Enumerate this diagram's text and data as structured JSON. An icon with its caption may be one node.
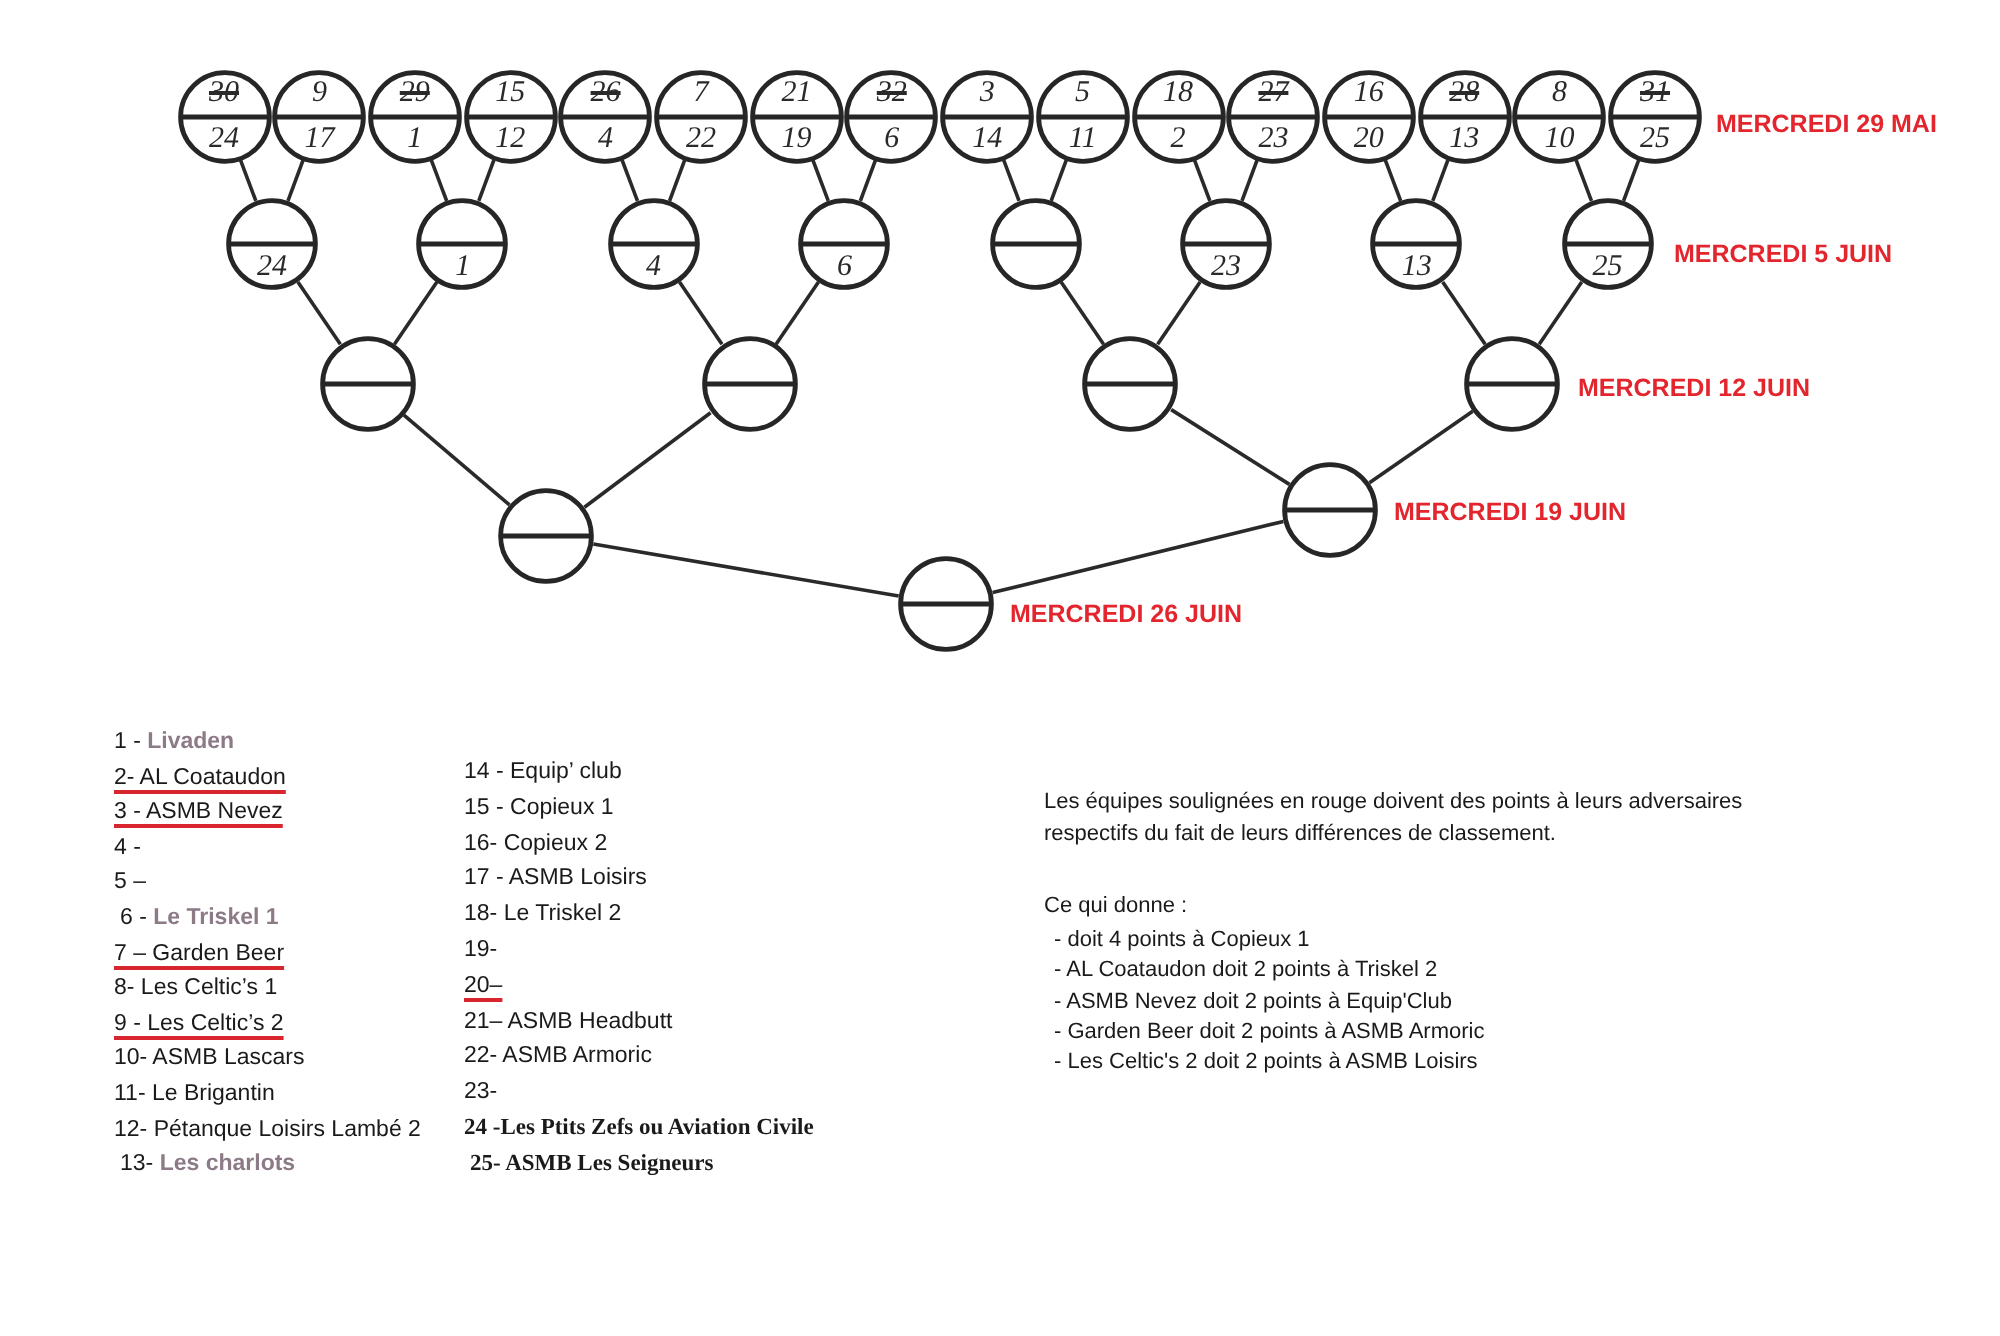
{
  "diagram": {
    "nodes": [
      {
        "text": [
          "30",
          "24"
        ]
      },
      {
        "text": [
          "9",
          "17"
        ]
      },
      {
        "text": [
          "29",
          "1"
        ]
      },
      {
        "text": [
          "15",
          "12"
        ]
      },
      {
        "text": [
          "26",
          "4"
        ]
      },
      {
        "text": [
          "7",
          "22"
        ]
      },
      {
        "text": [
          "21",
          "19"
        ]
      },
      {
        "text": [
          "32",
          "6"
        ]
      },
      {
        "text": [
          "3",
          "14"
        ]
      },
      {
        "text": [
          "5",
          "11"
        ]
      },
      {
        "text": [
          "18",
          "2"
        ]
      },
      {
        "text": [
          "27",
          "23"
        ]
      },
      {
        "text": [
          "16",
          "20"
        ]
      },
      {
        "text": [
          "28",
          "13"
        ]
      },
      {
        "text": [
          "8",
          "10"
        ]
      },
      {
        "text": [
          "31",
          "25"
        ]
      },
      {
        "text": [
          "24"
        ]
      },
      {
        "text": [
          "1"
        ]
      },
      {
        "text": [
          "4"
        ]
      },
      {
        "text": [
          "6"
        ]
      },
      {
        "text": [],
        "shape": "circle"
      },
      {
        "text": [
          "23"
        ]
      },
      {
        "text": [
          "13"
        ]
      },
      {
        "text": [
          "25"
        ]
      },
      {
        "text": [],
        "shape": "circle"
      },
      {
        "text": [],
        "shape": "circle"
      },
      {
        "text": [],
        "shape": "circle"
      },
      {
        "text": [],
        "shape": "circle"
      },
      {
        "text": [],
        "shape": "circle"
      },
      {
        "text": [],
        "shape": "circle"
      },
      {
        "text": [],
        "shape": "circle"
      }
    ],
    "edges": [
      {
        "from": 0,
        "to": 16,
        "arrow": "none"
      },
      {
        "from": 1,
        "to": 16,
        "arrow": "none"
      },
      {
        "from": 2,
        "to": 17,
        "arrow": "none"
      },
      {
        "from": 3,
        "to": 17,
        "arrow": "none"
      },
      {
        "from": 4,
        "to": 18,
        "arrow": "none"
      },
      {
        "from": 5,
        "to": 18,
        "arrow": "none"
      },
      {
        "from": 6,
        "to": 19,
        "arrow": "none"
      },
      {
        "from": 7,
        "to": 19,
        "arrow": "none"
      },
      {
        "from": 8,
        "to": 20,
        "arrow": "none"
      },
      {
        "from": 9,
        "to": 20,
        "arrow": "none"
      },
      {
        "from": 10,
        "to": 21,
        "arrow": "none"
      },
      {
        "from": 11,
        "to": 21,
        "arrow": "none"
      },
      {
        "from": 12,
        "to": 22,
        "arrow": "none"
      },
      {
        "from": 13,
        "to": 22,
        "arrow": "none"
      },
      {
        "from": 14,
        "to": 23,
        "arrow": "none"
      },
      {
        "from": 15,
        "to": 23,
        "arrow": "none"
      },
      {
        "from": 16,
        "to": 24,
        "arrow": "none"
      },
      {
        "from": 17,
        "to": 24,
        "arrow": "none"
      },
      {
        "from": 18,
        "to": 25,
        "arrow": "none"
      },
      {
        "from": 19,
        "to": 25,
        "arrow": "none"
      },
      {
        "from": 20,
        "to": 26,
        "arrow": "none"
      },
      {
        "from": 21,
        "to": 26,
        "arrow": "none"
      },
      {
        "from": 22,
        "to": 27,
        "arrow": "none"
      },
      {
        "from": 23,
        "to": 27,
        "arrow": "none"
      },
      {
        "from": 24,
        "to": 28,
        "arrow": "none"
      },
      {
        "from": 25,
        "to": 28,
        "arrow": "none"
      },
      {
        "from": 26,
        "to": 29,
        "arrow": "none"
      },
      {
        "from": 27,
        "to": 29,
        "arrow": "none"
      },
      {
        "from": 28,
        "to": 30,
        "arrow": "none"
      },
      {
        "from": 29,
        "to": 30,
        "arrow": "none"
      }
    ],
    "labels": [
      "MERCREDI 29 MAI",
      "MERCREDI 5 JUIN",
      "MERCREDI 12 JUIN",
      "MERCREDI 19 JUIN",
      "MERCREDI 26 JUIN",
      "1 - **Livaden**",
      "2- AL Coataudon",
      "3 - ASMB Nevez",
      "4 -",
      "5 –",
      "6 - **Le Triskel 1**",
      "7 – Garden Beer",
      "8- Les Celtic’s 1",
      "9 - Les Celtic’s 2",
      "10- ASMB Lascars",
      "11- Le Brigantin",
      "12- Pétanque Loisirs Lambé 2",
      "13- **Les charlots**",
      "14 - Equip’ club",
      "15 - Copieux 1",
      "16- Copieux 2",
      "17 - ASMB Loisirs",
      "18- Le Triskel 2",
      "19-",
      "20–",
      "21– ASMB Headbutt",
      "22- ASMB Armoric",
      "23-",
      "24 -Les Ptits Zefs ou Aviation Civile",
      "25- ASMB Les Seigneurs",
      "Les équipes soulignées en rouge doivent des points à leurs adversaires respectifs du fait de leurs différences de classement.",
      "Ce qui donne :",
      "- doit 4 points à Copieux 1",
      "- AL Coataudon doit 2 points à Triskel 2",
      "- ASMB Nevez doit 2 points à Equip'Club",
      "- Garden Beer doit 2 points à ASMB Armoric",
      "- Les Celtic's 2 doit 2 points à ASMB Loisirs"
    ]
  }
}
